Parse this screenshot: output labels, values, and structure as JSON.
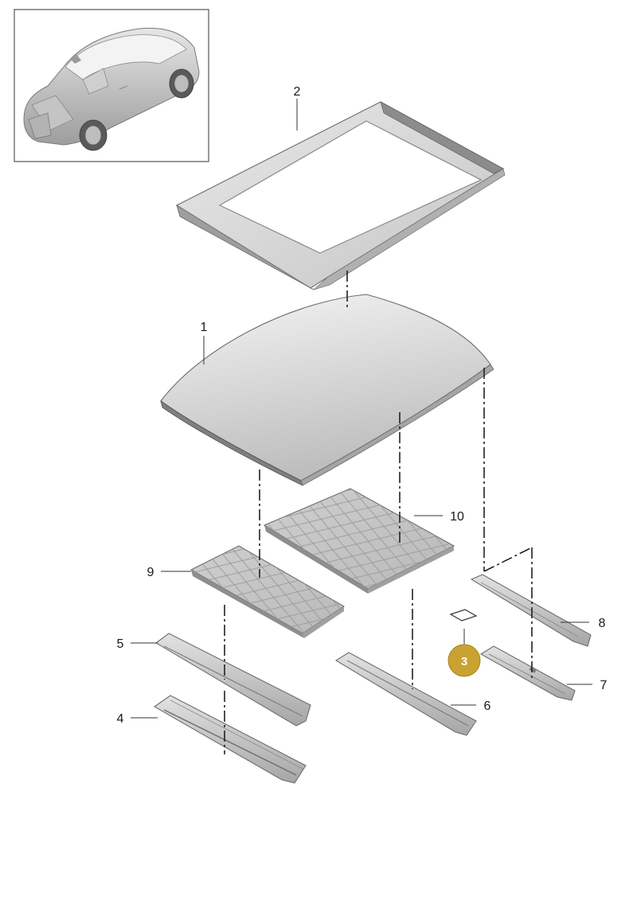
{
  "diagram": {
    "callouts": [
      {
        "id": "roof-frame",
        "label": "2"
      },
      {
        "id": "roof-panel",
        "label": "1"
      },
      {
        "id": "insulation-mat-large",
        "label": "10"
      },
      {
        "id": "insulation-mat-small",
        "label": "9"
      },
      {
        "id": "roof-bow-rear-upper",
        "label": "8"
      },
      {
        "id": "roof-bow-rear-lower",
        "label": "7"
      },
      {
        "id": "roof-bow-middle",
        "label": "6"
      },
      {
        "id": "roof-bow-front-upper",
        "label": "5"
      },
      {
        "id": "roof-bow-front-lower",
        "label": "4"
      }
    ],
    "highlight_badge": {
      "label": "3",
      "color": "#c9a232"
    },
    "colors": {
      "part_fill": "#d9d9d9",
      "part_shadow": "#a9a9a9",
      "background": "#ffffff"
    }
  }
}
